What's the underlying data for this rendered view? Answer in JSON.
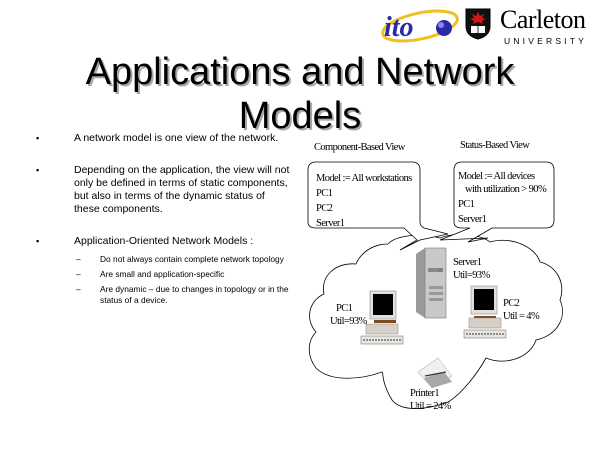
{
  "header": {
    "logo_ito": "ito",
    "university_name": "Carleton",
    "university_sub": "UNIVERSITY"
  },
  "title": {
    "line1": "Applications and Network",
    "line2": "Models"
  },
  "bullets": [
    {
      "text": "A network model is one view of the network."
    },
    {
      "text": "Depending on the application, the view will not only be defined in terms of static components, but also in terms of the dynamic status of these components."
    },
    {
      "text": "Application-Oriented Network Models :",
      "subitems": [
        "Do not always contain complete network topology",
        "Are small and application-specific",
        "Are dynamic – due to changes in topology or in the status of a device."
      ]
    }
  ],
  "bullet_glyph": "▪",
  "dash_glyph": "–",
  "diagram": {
    "component_view": {
      "label": "Component-Based View",
      "lines": [
        "Model := All workstations",
        "PC1",
        "PC2",
        "Server1"
      ]
    },
    "status_view": {
      "label": "Status-Based View",
      "lines": [
        "Model := All devices",
        "with utilization > 90%",
        "PC1",
        "Server1"
      ]
    },
    "devices": {
      "server": {
        "name": "Server1",
        "util": "Util=93%"
      },
      "pc1": {
        "name": "PC1",
        "util": "Util=93%"
      },
      "pc2": {
        "name": "PC2",
        "util": "Util = 4%"
      },
      "printer": {
        "name": "Printer1",
        "util": "Util = 24%"
      }
    }
  },
  "colors": {
    "ito_blue": "#2a2aa8",
    "ito_gold": "#f0c020",
    "crest_red": "#d01818",
    "title_shadow": "#a8a8a8"
  }
}
